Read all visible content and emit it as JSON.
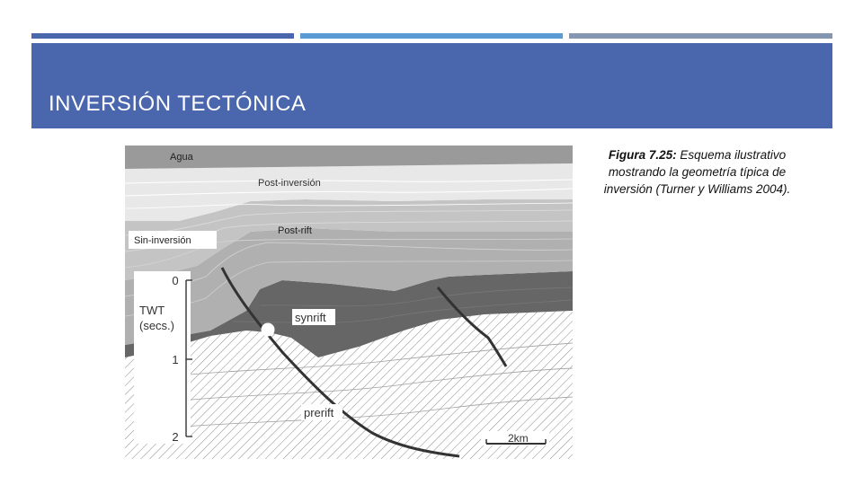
{
  "slide": {
    "title": "INVERSIÓN TECTÓNICA",
    "accent_colors": [
      "#4a66ad",
      "#5b9bd5",
      "#8596b0"
    ]
  },
  "figure": {
    "labels": {
      "water": "Agua",
      "post_inversion": "Post-inversión",
      "post_rift": "Post-rift",
      "syn_inversion": "Sin-inversión",
      "synrift": "synrift",
      "prerift": "prerift"
    },
    "axis": {
      "label_line1": "TWT",
      "label_line2": "(secs.)",
      "ticks": [
        "0",
        "1",
        "2"
      ]
    },
    "scale_bar": "2km",
    "colors": {
      "water": "#9a9a9a",
      "post_inversion": "#e8e8e8",
      "syn_inversion": "#c4c4c4",
      "post_rift": "#b0b0b0",
      "synrift": "#666666",
      "prerift_hatch": "#8a8a8a",
      "faults": "#333333"
    }
  },
  "caption": {
    "figure_number": "Figura 7.25:",
    "text": " Esquema ilustrativo mostrando la geometría típica de inversión (Turner y Williams 2004)."
  }
}
